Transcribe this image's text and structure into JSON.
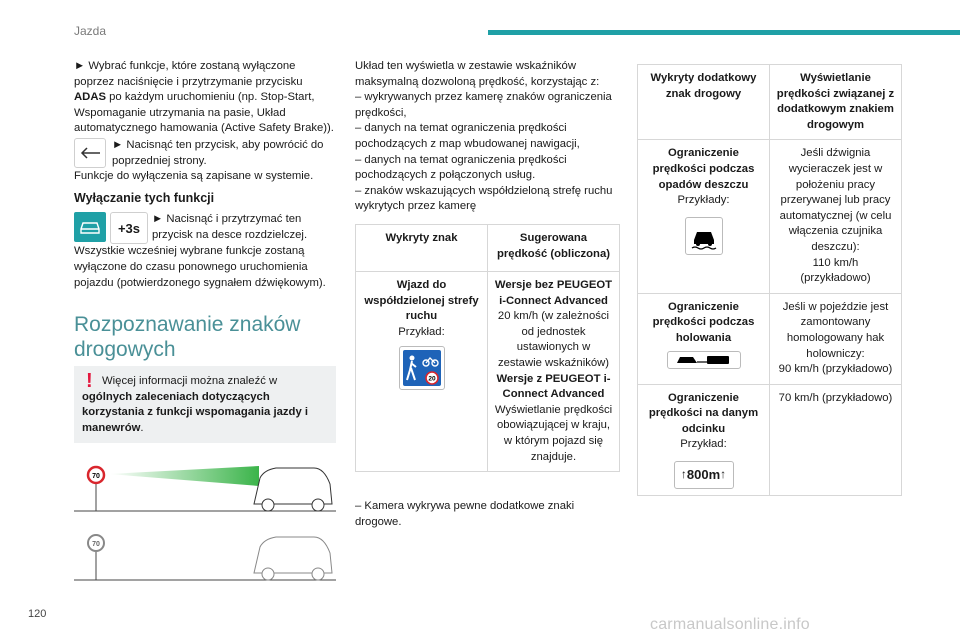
{
  "header": {
    "section": "Jazda"
  },
  "page_number": "120",
  "watermark": "carmanualsonline.info",
  "left": {
    "p1_arrow": "► ",
    "p1_a": "Wybrać funkcje, które zostaną wyłączone poprzez naciśnięcie i przytrzymanie przycisku ",
    "p1_bold": "ADAS",
    "p1_b": " po każdym uruchomieniu (np. Stop-Start, Wspomaganie utrzymania na pasie, Układ automatycznego hamowania (Active Safety Brake)).",
    "back_text": "► Nacisnąć ten przycisk, aby powrócić do poprzedniej strony.",
    "saved_text": "Funkcje do wyłączenia są zapisane w systemie.",
    "disable_heading": "Wyłączanie tych funkcji",
    "plus3s_label": "+3s",
    "press_text": "► Nacisnąć i przytrzymać ten przycisk na desce rozdzielczej.",
    "reactivate_text": "Wszystkie wcześniej wybrane funkcje zostaną wyłączone do czasu ponownego uruchomienia pojazdu (potwierdzonego sygnałem dźwiękowym).",
    "main_heading": "Rozpoznawanie znaków drogowych",
    "info_a": "Więcej informacji można znaleźć w ",
    "info_bold": "ogólnych zaleceniach dotyczących korzystania z funkcji wspomagania jazdy i manewrów",
    "info_b": ".",
    "sign_value": "70",
    "exclamation": "!"
  },
  "middle": {
    "intro": "Układ ten wyświetla w zestawie wskaźników maksymalną dozwoloną prędkość, korzystając z:",
    "bullets": [
      "– wykrywanych przez kamerę znaków ograniczenia prędkości,",
      "– danych na temat ograniczenia prędkości pochodzących z map wbudowanej nawigacji,",
      "– danych na temat ograniczenia prędkości pochodzących z połączonych usług.",
      "– znaków wskazujących współdzieloną strefę ruchu wykrytych przez kamerę"
    ],
    "table": {
      "h1": "Wykryty znak",
      "h2": "Sugerowana prędkość (obliczona)",
      "r1c1_bold": "Wjazd do współdzielonej strefy ruchu",
      "r1c1_example": "Przykład:",
      "zone_speed": "20",
      "r1c2_b1": "Wersje bez PEUGEOT i-Connect Advanced",
      "r1c2_t1": "20 km/h (w zależności od jednostek ustawionych w zestawie wskaźników)",
      "r1c2_b2": "Wersje z PEUGEOT i-Connect Advanced",
      "r1c2_t2": "Wyświetlanie prędkości obowiązującej w kraju, w którym pojazd się znajduje."
    },
    "footer": "– Kamera wykrywa pewne dodatkowe znaki drogowe."
  },
  "right": {
    "h1": "Wykryty dodatkowy znak drogowy",
    "h2": "Wyświetlanie prędkości związanej z dodatkowym znakiem drogowym",
    "r1_bold": "Ograniczenie prędkości podczas opadów deszczu",
    "r1_example": "Przykłady:",
    "r1_text": "Jeśli dźwignia wycieraczek jest w położeniu pracy przerywanej lub pracy automatycznej (w celu włączenia czujnika deszczu):",
    "r1_value": "110 km/h (przykładowo)",
    "r2_bold": "Ograniczenie prędkości podczas holowania",
    "r2_text": "Jeśli w pojeździe jest zamontowany homologowany hak holowniczy:",
    "r2_value": "90 km/h (przykładowo)",
    "r3_bold": "Ograniczenie prędkości na danym odcinku",
    "r3_example": "Przykład:",
    "r3_value": "70 km/h (przykładowo)",
    "distance_sign": "800m"
  }
}
